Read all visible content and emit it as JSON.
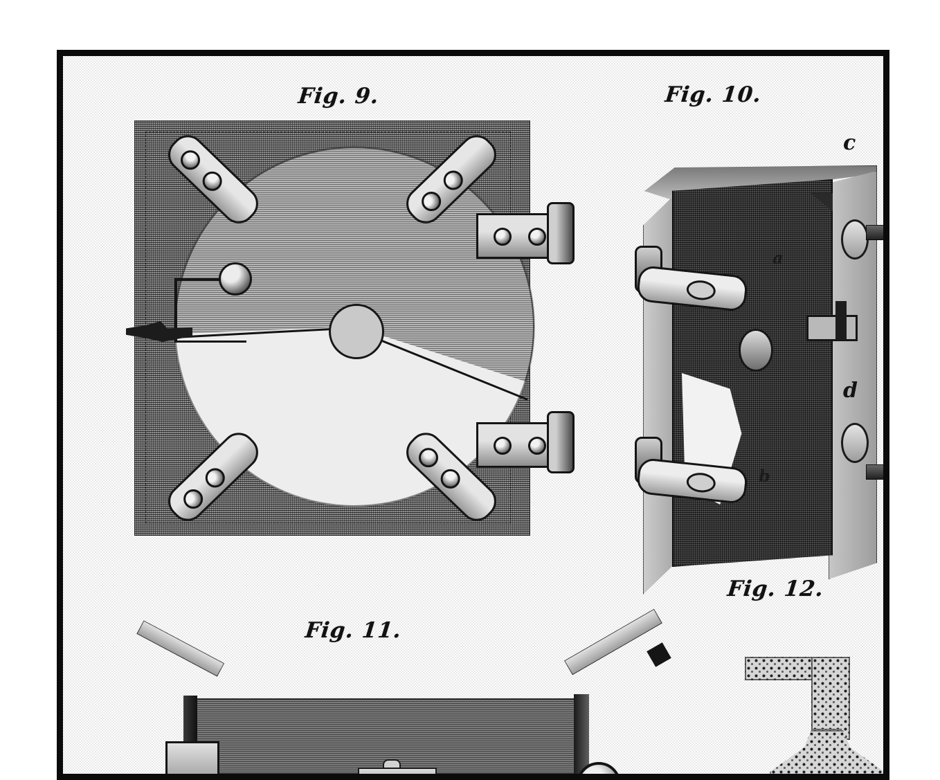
{
  "plate": {
    "title": "Engraved technical plate",
    "background_color": "#ffffff",
    "paper_color": "#fbfbfb",
    "border_color": "#0b0b0b",
    "ink_color": "#111111"
  },
  "figures": [
    {
      "id": "fig9",
      "caption": "Fig. 9.",
      "description": "Plan view of a square hatched plate carrying a large circular disc with central hub, four corner clamp brackets with rivets and two hinge blocks on the right edge.",
      "labels": []
    },
    {
      "id": "fig10",
      "caption": "Fig. 10.",
      "description": "Perspective view of a rectangular box frame with a dark recessed cavity, clamp fittings on the left face and two T-headed bolts projecting to the right.",
      "labels": [
        {
          "key": "c",
          "text": "c",
          "position": "upper-right bolt"
        },
        {
          "key": "d",
          "text": "d",
          "position": "lower-right bolt"
        },
        {
          "key": "a",
          "text": "a",
          "position": "cavity upper interior"
        },
        {
          "key": "b",
          "text": "b",
          "position": "cavity lower interior"
        }
      ]
    },
    {
      "id": "fig11",
      "caption": "Fig. 11.",
      "description": "Side elevation of a long hatched beam with angled struts at both ends, a roller wheel at the right and a clawed foot with standard at the left.",
      "labels": []
    },
    {
      "id": "fig12",
      "caption": "Fig. 12.",
      "description": "Stippled inverted-L bracket mounted on a three-lobed clawed foot.",
      "labels": []
    }
  ]
}
